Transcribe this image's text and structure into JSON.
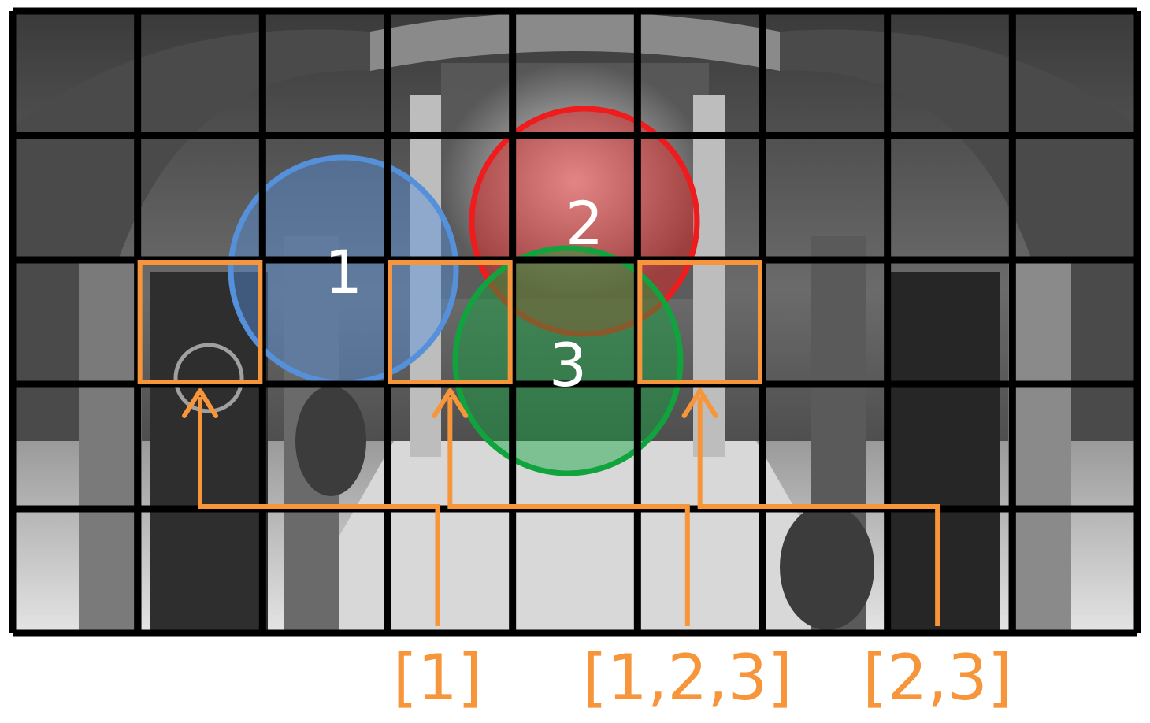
{
  "colors": {
    "frame": "#000000",
    "tile_highlight": "#f7953b",
    "light_1": "#5591db",
    "light_2": "#ee1c1c",
    "light_3": "#10a33e",
    "number_text": "#ffffff"
  },
  "grid": {
    "columns": 9,
    "rows": 5
  },
  "lights": [
    {
      "id": "light-1",
      "label": "1",
      "color": "#5591db"
    },
    {
      "id": "light-2",
      "label": "2",
      "color": "#ee1c1c"
    },
    {
      "id": "light-3",
      "label": "3",
      "color": "#10a33e"
    }
  ],
  "highlighted_tiles": [
    {
      "column": 1,
      "row": 2,
      "label": "[1]"
    },
    {
      "column": 3,
      "row": 2,
      "label": "[1,2,3]"
    },
    {
      "column": 5,
      "row": 2,
      "label": "[2,3]"
    }
  ]
}
